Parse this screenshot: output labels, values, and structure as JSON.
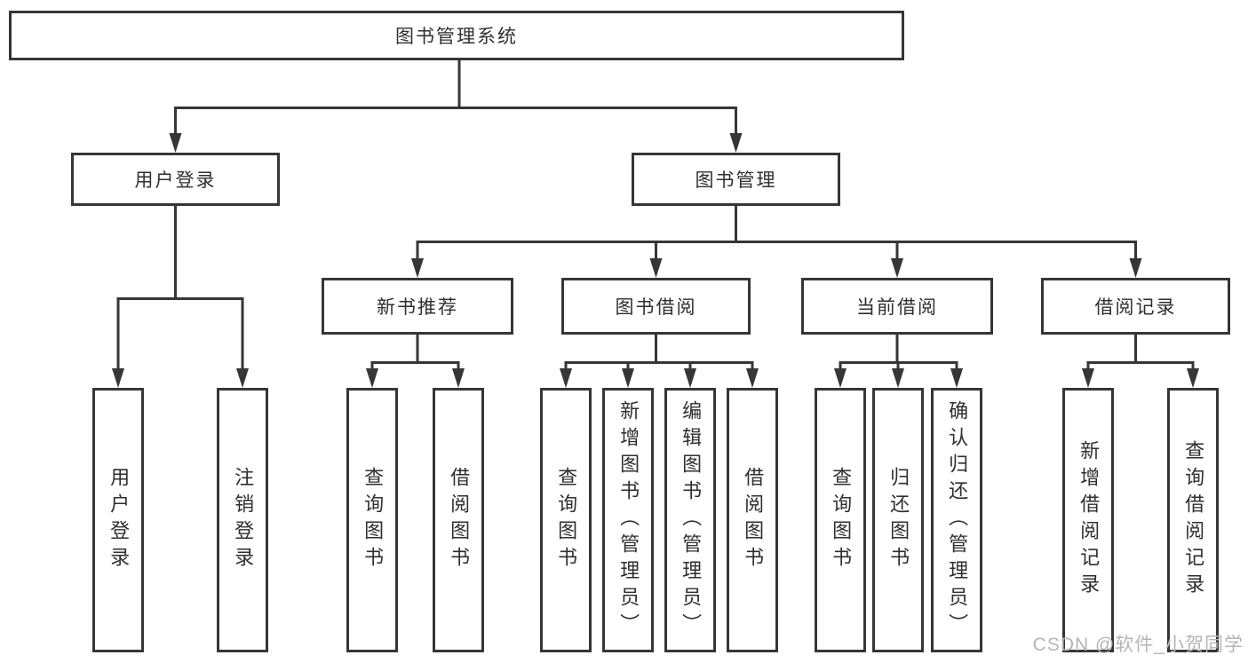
{
  "diagram": {
    "type": "hierarchy-tree",
    "line_color": "#363636",
    "box_border_color": "#363636",
    "text_color": "#2f2f2f",
    "background_color": "#ffffff",
    "nodes": {
      "root": "图书管理系统",
      "level2": [
        "用户登录",
        "图书管理"
      ],
      "level3": [
        "新书推荐",
        "图书借阅",
        "当前借阅",
        "借阅记录"
      ],
      "leaves": [
        "用户登录",
        "注销登录",
        "查询图书",
        "借阅图书",
        "查询图书",
        "新增图书（管理员）",
        "编辑图书（管理员）",
        "借阅图书",
        "查询图书",
        "归还图书",
        "确认归还（管理员）",
        "新增借阅记录",
        "查询借阅记录"
      ]
    },
    "edges": [
      {
        "from": "图书管理系统",
        "to": [
          "用户登录",
          "图书管理"
        ]
      },
      {
        "from": "用户登录",
        "to": [
          "用户登录",
          "注销登录"
        ]
      },
      {
        "from": "图书管理",
        "to": [
          "新书推荐",
          "图书借阅",
          "当前借阅",
          "借阅记录"
        ]
      },
      {
        "from": "新书推荐",
        "to": [
          "查询图书",
          "借阅图书"
        ]
      },
      {
        "from": "图书借阅",
        "to": [
          "查询图书",
          "新增图书（管理员）",
          "编辑图书（管理员）",
          "借阅图书"
        ]
      },
      {
        "from": "当前借阅",
        "to": [
          "查询图书",
          "归还图书",
          "确认归还（管理员）"
        ]
      },
      {
        "from": "借阅记录",
        "to": [
          "新增借阅记录",
          "查询借阅记录"
        ]
      }
    ],
    "watermark": "CSDN @软件_小贺同学"
  }
}
